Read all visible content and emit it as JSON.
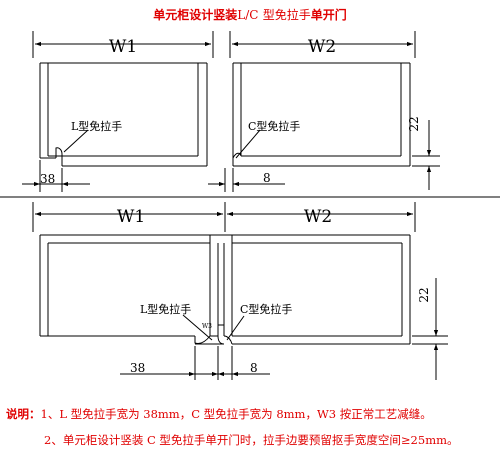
{
  "title": {
    "prefix": "单元柜设计竖装",
    "code": "L/C",
    "middle": "型免拉手",
    "suffix": "单开门"
  },
  "top_diagram": {
    "w1_label": "W1",
    "w2_label": "W2",
    "l_handle_label": "L型免拉手",
    "c_handle_label": "C型免拉手",
    "dim_left": "38",
    "dim_right": "8",
    "dim_vertical": "22"
  },
  "bottom_diagram": {
    "w1_label": "W1",
    "w2_label": "W2",
    "l_handle_label": "L型免拉手",
    "c_handle_label": "C型免拉手",
    "w3_label": "W3",
    "dim_left": "38",
    "dim_right": "8",
    "dim_vertical": "22"
  },
  "notes": {
    "label": "说明：",
    "line1": "1、L 型免拉手宽为 38mm，C 型免拉手宽为 8mm，W3 按正常工艺减缝。",
    "line2": "2、单元柜设计竖装 C 型免拉手单开门时，拉手边要预留抠手宽度空间≥25mm。"
  },
  "colors": {
    "annotation": "#e00000",
    "line": "#000000"
  }
}
